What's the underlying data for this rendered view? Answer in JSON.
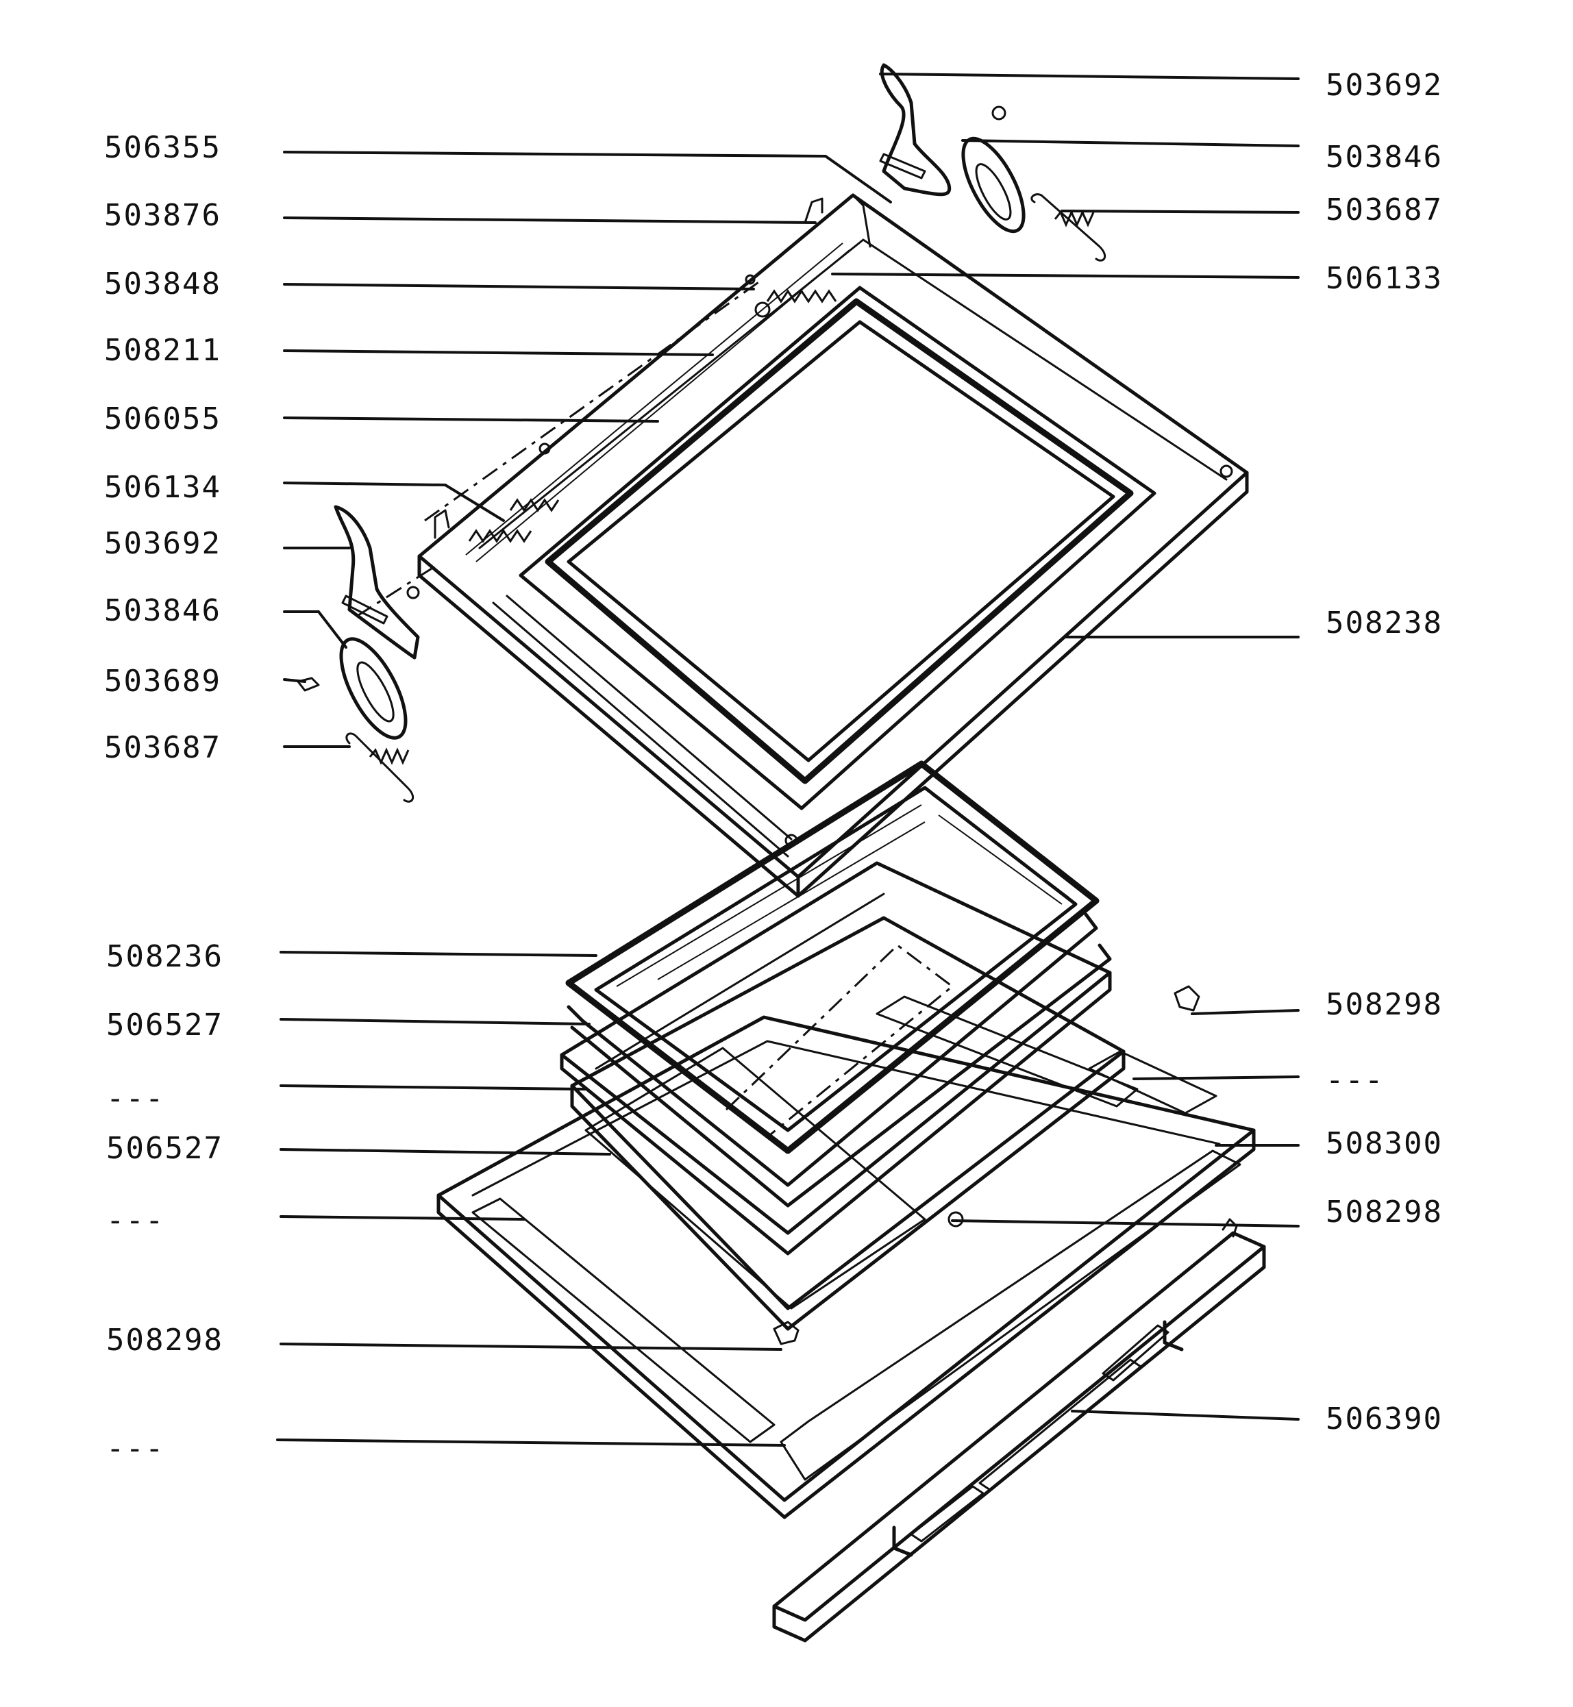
{
  "labels_left": [
    {
      "id": "l1",
      "text": "506355"
    },
    {
      "id": "l2",
      "text": "503876"
    },
    {
      "id": "l3",
      "text": "503848"
    },
    {
      "id": "l4",
      "text": "508211"
    },
    {
      "id": "l5",
      "text": "506055"
    },
    {
      "id": "l6",
      "text": "506134"
    },
    {
      "id": "l7",
      "text": "503692"
    },
    {
      "id": "l8",
      "text": "503846"
    },
    {
      "id": "l9",
      "text": "503689"
    },
    {
      "id": "l10",
      "text": "503687"
    },
    {
      "id": "l11",
      "text": "508236"
    },
    {
      "id": "l12",
      "text": "506527"
    },
    {
      "id": "l13",
      "text": "---"
    },
    {
      "id": "l14",
      "text": "506527"
    },
    {
      "id": "l15",
      "text": "---"
    },
    {
      "id": "l16",
      "text": "508298"
    },
    {
      "id": "l17",
      "text": "---"
    }
  ],
  "labels_right": [
    {
      "id": "r1",
      "text": "503692"
    },
    {
      "id": "r2",
      "text": "503846"
    },
    {
      "id": "r3",
      "text": "503687"
    },
    {
      "id": "r4",
      "text": "506133"
    },
    {
      "id": "r5",
      "text": "508238"
    },
    {
      "id": "r6",
      "text": "508298"
    },
    {
      "id": "r7",
      "text": "---"
    },
    {
      "id": "r8",
      "text": "508300"
    },
    {
      "id": "r9",
      "text": "508298"
    },
    {
      "id": "r10",
      "text": "506390"
    }
  ]
}
